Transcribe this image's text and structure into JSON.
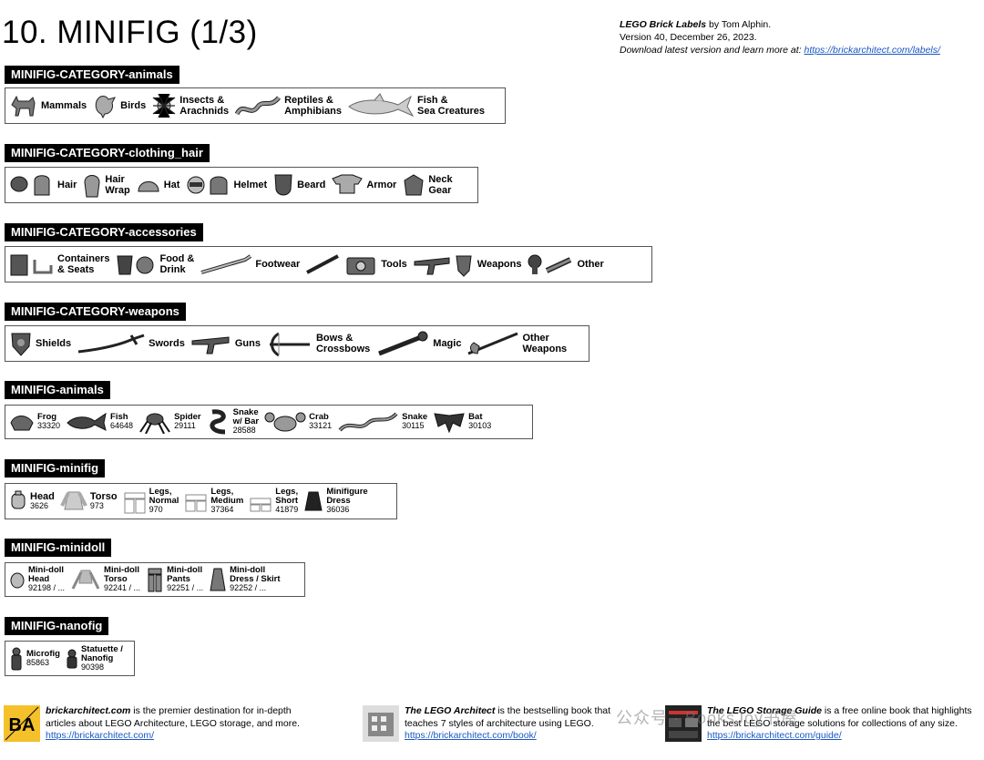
{
  "page": {
    "title": "10. MINIFIG (1/3)",
    "credits": {
      "line1_bold": "LEGO Brick Labels",
      "line1_rest": " by Tom Alphin.",
      "line2": "Version 40, December 26, 2023.",
      "line3_text": "Download latest version and learn more at: ",
      "line3_link": "https://brickarchitect.com/labels/"
    }
  },
  "sections": {
    "animals_cat": {
      "heading": "MINIFIG-CATEGORY-animals",
      "items": [
        "Mammals",
        "Birds",
        "Insects &\nArachnids",
        "Reptiles &\nAmphibians",
        "Fish &\nSea Creatures"
      ]
    },
    "clothing_cat": {
      "heading": "MINIFIG-CATEGORY-clothing_hair",
      "items": [
        "Hair",
        "Hair\nWrap",
        "Hat",
        "Helmet",
        "Beard",
        "Armor",
        "Neck\nGear"
      ]
    },
    "accessories_cat": {
      "heading": "MINIFIG-CATEGORY-accessories",
      "items": [
        "Containers\n& Seats",
        "Food &\nDrink",
        "Footwear",
        "Tools",
        "Weapons",
        "Other"
      ]
    },
    "weapons_cat": {
      "heading": "MINIFIG-CATEGORY-weapons",
      "items": [
        "Shields",
        "Swords",
        "Guns",
        "Bows &\nCrossbows",
        "Magic",
        "Other\nWeapons"
      ]
    },
    "animals": {
      "heading": "MINIFIG-animals",
      "items": [
        {
          "name": "Frog",
          "num": "33320"
        },
        {
          "name": "Fish",
          "num": "64648"
        },
        {
          "name": "Spider",
          "num": "29111"
        },
        {
          "name": "Snake\nw/ Bar",
          "num": "28588"
        },
        {
          "name": "Crab",
          "num": "33121"
        },
        {
          "name": "Snake",
          "num": "30115"
        },
        {
          "name": "Bat",
          "num": "30103"
        }
      ]
    },
    "minifig": {
      "heading": "MINIFIG-minifig",
      "items": [
        {
          "name": "Head",
          "num": "3626"
        },
        {
          "name": "Torso",
          "num": "973"
        },
        {
          "name": "Legs,\nNormal",
          "num": "970"
        },
        {
          "name": "Legs,\nMedium",
          "num": "37364"
        },
        {
          "name": "Legs,\nShort",
          "num": "41879"
        },
        {
          "name": "Minifigure\nDress",
          "num": "36036"
        }
      ]
    },
    "minidoll": {
      "heading": "MINIFIG-minidoll",
      "items": [
        {
          "name": "Mini-doll\nHead",
          "num": "92198 / ..."
        },
        {
          "name": "Mini-doll\nTorso",
          "num": "92241 / ..."
        },
        {
          "name": "Mini-doll\nPants",
          "num": "92251 / ..."
        },
        {
          "name": "Mini-doll\nDress / Skirt",
          "num": "92252 / ..."
        }
      ]
    },
    "nanofig": {
      "heading": "MINIFIG-nanofig",
      "items": [
        {
          "name": "Microfig",
          "num": "85863"
        },
        {
          "name": "Statuette /\nNanofig",
          "num": "90398"
        }
      ]
    }
  },
  "footer": {
    "f1": {
      "bold": "brickarchitect.com",
      "text": " is the premier destination for in-depth articles about LEGO Architecture, LEGO storage, and more.",
      "link": "https://brickarchitect.com/"
    },
    "f2": {
      "bold": "The LEGO Architect",
      "text": " is the bestselling book that teaches 7 styles of architecture using LEGO.",
      "link": "https://brickarchitect.com/book/"
    },
    "f3": {
      "bold": "The LEGO Storage Guide",
      "text": " is a free online book that highlights the best LEGO storage solutions for collections of any size.",
      "link": "https://brickarchitect.com/guide/"
    },
    "logo_text": "BA",
    "watermark": "公众号 · BooksJoy书屋"
  }
}
